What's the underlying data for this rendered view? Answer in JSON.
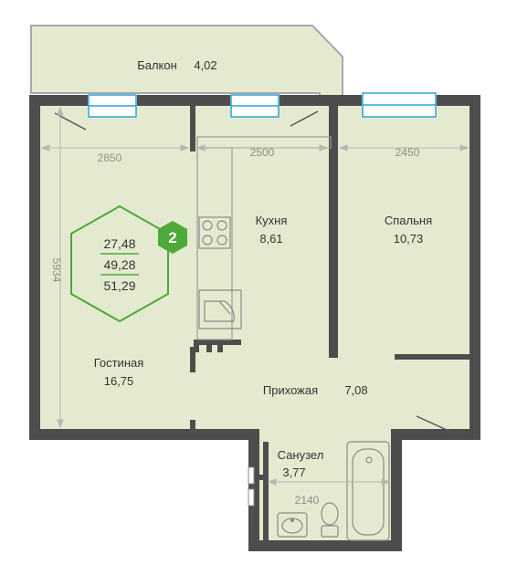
{
  "colors": {
    "floor": "#e4eacf",
    "wall": "#4d4d4d",
    "outline": "#a8a8a8",
    "window": "#2aa3d8",
    "accent": "#4fa83a",
    "dim_line": "#b4b8b4"
  },
  "rooms": {
    "balcony": {
      "name": "Балкон",
      "area": "4,02"
    },
    "kitchen": {
      "name": "Кухня",
      "area": "8,61"
    },
    "bedroom": {
      "name": "Спальня",
      "area": "10,73"
    },
    "living": {
      "name": "Гостиная",
      "area": "16,75"
    },
    "hallway": {
      "name": "Прихожая",
      "area": "7,08"
    },
    "bathroom": {
      "name": "Санузел",
      "area": "3,77"
    }
  },
  "dimensions": {
    "living_width": "2850",
    "kitchen_width": "2500",
    "bedroom_width": "2450",
    "living_height": "5934",
    "bathroom_width": "2140"
  },
  "summary": {
    "living_area": "27,48",
    "total_area": "49,28",
    "area_with_balcony": "51,29",
    "rooms_count": "2"
  },
  "icons": [
    "stove-icon",
    "corner-sink-icon",
    "bathtub-icon",
    "washbasin-icon",
    "toilet-icon"
  ]
}
